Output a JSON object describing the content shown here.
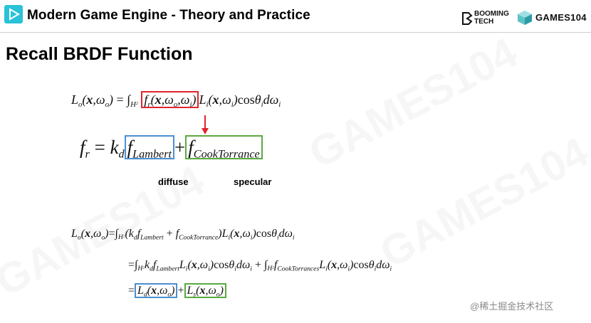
{
  "header": {
    "course_title": "Modern Game Engine - Theory and Practice",
    "logo_booming_line1": "BOOMING",
    "logo_booming_line2": "TECH",
    "logo_games": "GAMES104"
  },
  "slide": {
    "title": "Recall BRDF Function",
    "label_diffuse": "diffuse",
    "label_specular": "specular"
  },
  "watermark": {
    "games": "GAMES104",
    "juejin": "@稀土掘金技术社区"
  },
  "colors": {
    "accent": "#29c2d8",
    "red_box": "#e0262b",
    "blue_box": "#4a8fd1",
    "green_box": "#5aa941"
  }
}
